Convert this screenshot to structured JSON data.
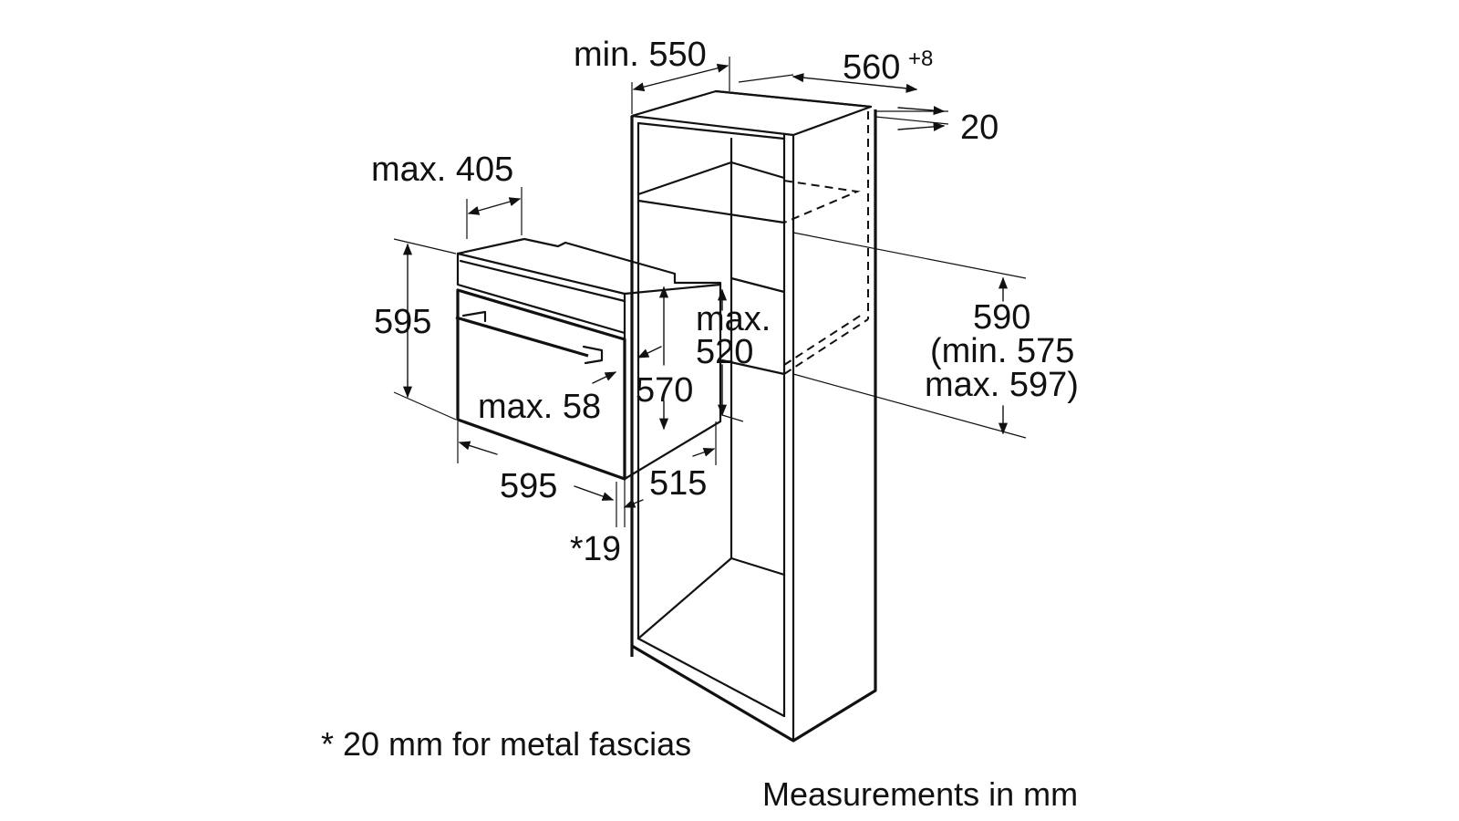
{
  "dimensions": {
    "min_550": "min. 550",
    "d560": "560",
    "d560_tol": "+8",
    "d20": "20",
    "max_405": "max. 405",
    "d595_height": "595",
    "max_label": "max.",
    "d520": "520",
    "d590": "590",
    "min_575": "(min. 575",
    "max_597": "max. 597)",
    "d570": "570",
    "max_58": "max. 58",
    "d595_width": "595",
    "d515": "515",
    "d19": "*19"
  },
  "notes": {
    "metal_fascias": "* 20 mm for metal fascias",
    "units": "Measurements in mm"
  }
}
